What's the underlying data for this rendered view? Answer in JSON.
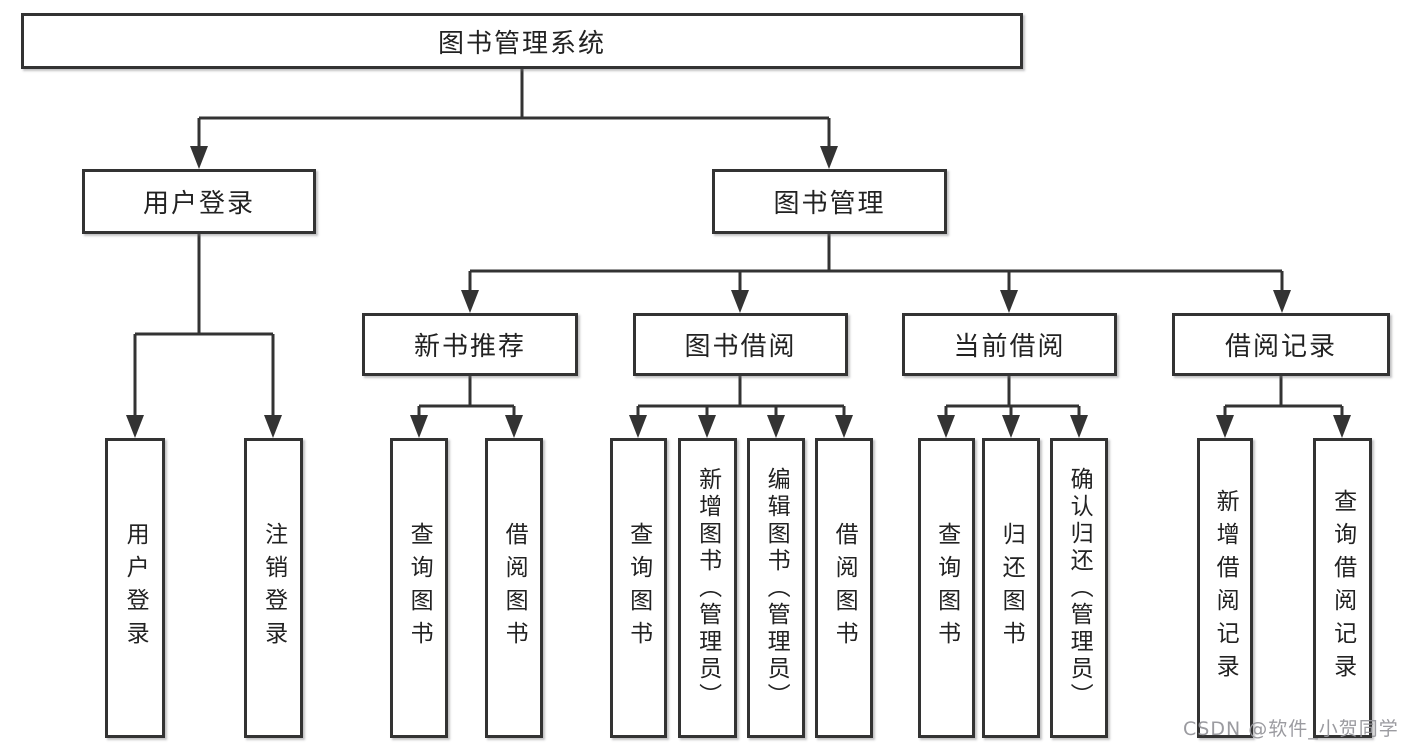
{
  "diagram": {
    "root": {
      "label": "图书管理系统"
    },
    "level2": [
      {
        "label": "用户登录"
      },
      {
        "label": "图书管理"
      }
    ],
    "level3": [
      {
        "label": "新书推荐"
      },
      {
        "label": "图书借阅"
      },
      {
        "label": "当前借阅"
      },
      {
        "label": "借阅记录"
      }
    ],
    "leaves": [
      {
        "label": "用户登录"
      },
      {
        "label": "注销登录"
      },
      {
        "label": "查询图书"
      },
      {
        "label": "借阅图书"
      },
      {
        "label": "查询图书"
      },
      {
        "label": "新增图书（管理员）"
      },
      {
        "label": "编辑图书（管理员）"
      },
      {
        "label": "借阅图书"
      },
      {
        "label": "查询图书"
      },
      {
        "label": "归还图书"
      },
      {
        "label": "确认归还（管理员）"
      },
      {
        "label": "新增借阅记录"
      },
      {
        "label": "查询借阅记录"
      }
    ]
  },
  "watermark": {
    "text": "CSDN @软件_小贺同学"
  },
  "colors": {
    "line": "#333333",
    "box_border": "#333333",
    "box_fill": "#ffffff",
    "text": "#222222",
    "watermark": "#9a9a9f"
  }
}
